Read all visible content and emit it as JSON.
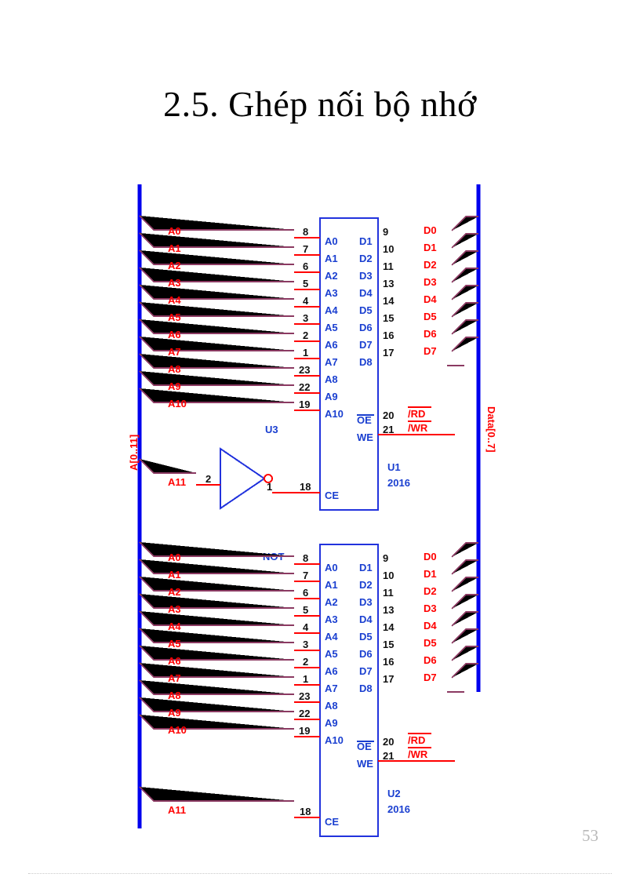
{
  "slide": {
    "title": "2.5. Ghép nối bộ nhớ",
    "page_number": "53"
  },
  "buses": {
    "address_bus_label": "A[0..11]",
    "data_bus_label": "Data[0..7]",
    "bus_color": "#0000ee"
  },
  "colors": {
    "net_red": "#ff0000",
    "pin_blue": "#1a3fd0",
    "wire_purple": "#8b3a62",
    "chip_border": "#2233dd",
    "pin_number_black": "#101010"
  },
  "gate": {
    "designator": "U3",
    "part_name": "NOT",
    "input_pin": "2",
    "output_pin": "1"
  },
  "chips": [
    {
      "designator": "U1",
      "part_number": "2016",
      "address_pins": [
        {
          "number": "8",
          "name": "A0",
          "net": "A0"
        },
        {
          "number": "7",
          "name": "A1",
          "net": "A1"
        },
        {
          "number": "6",
          "name": "A2",
          "net": "A2"
        },
        {
          "number": "5",
          "name": "A3",
          "net": "A3"
        },
        {
          "number": "4",
          "name": "A4",
          "net": "A4"
        },
        {
          "number": "3",
          "name": "A5",
          "net": "A5"
        },
        {
          "number": "2",
          "name": "A6",
          "net": "A6"
        },
        {
          "number": "1",
          "name": "A7",
          "net": "A7"
        },
        {
          "number": "23",
          "name": "A8",
          "net": "A8"
        },
        {
          "number": "22",
          "name": "A9",
          "net": "A9"
        },
        {
          "number": "19",
          "name": "A10",
          "net": "A10"
        }
      ],
      "data_pins": [
        {
          "number": "9",
          "name": "D1",
          "net": "D0"
        },
        {
          "number": "10",
          "name": "D2",
          "net": "D1"
        },
        {
          "number": "11",
          "name": "D3",
          "net": "D2"
        },
        {
          "number": "13",
          "name": "D4",
          "net": "D3"
        },
        {
          "number": "14",
          "name": "D5",
          "net": "D4"
        },
        {
          "number": "15",
          "name": "D6",
          "net": "D5"
        },
        {
          "number": "16",
          "name": "D7",
          "net": "D6"
        },
        {
          "number": "17",
          "name": "D8",
          "net": "D7"
        }
      ],
      "control_pins": [
        {
          "number": "20",
          "name": "OE",
          "net": "/RD"
        },
        {
          "number": "21",
          "name": "WE",
          "net": "/WR"
        }
      ],
      "enable_pin": {
        "number": "18",
        "name": "CE",
        "net": ""
      }
    },
    {
      "designator": "U2",
      "part_number": "2016",
      "address_pins": [
        {
          "number": "8",
          "name": "A0",
          "net": "A0"
        },
        {
          "number": "7",
          "name": "A1",
          "net": "A1"
        },
        {
          "number": "6",
          "name": "A2",
          "net": "A2"
        },
        {
          "number": "5",
          "name": "A3",
          "net": "A3"
        },
        {
          "number": "4",
          "name": "A4",
          "net": "A4"
        },
        {
          "number": "3",
          "name": "A5",
          "net": "A5"
        },
        {
          "number": "2",
          "name": "A6",
          "net": "A6"
        },
        {
          "number": "1",
          "name": "A7",
          "net": "A7"
        },
        {
          "number": "23",
          "name": "A8",
          "net": "A8"
        },
        {
          "number": "22",
          "name": "A9",
          "net": "A9"
        },
        {
          "number": "19",
          "name": "A10",
          "net": "A10"
        }
      ],
      "data_pins": [
        {
          "number": "9",
          "name": "D1",
          "net": "D0"
        },
        {
          "number": "10",
          "name": "D2",
          "net": "D1"
        },
        {
          "number": "11",
          "name": "D3",
          "net": "D2"
        },
        {
          "number": "13",
          "name": "D4",
          "net": "D3"
        },
        {
          "number": "14",
          "name": "D5",
          "net": "D4"
        },
        {
          "number": "15",
          "name": "D6",
          "net": "D5"
        },
        {
          "number": "16",
          "name": "D7",
          "net": "D6"
        },
        {
          "number": "17",
          "name": "D8",
          "net": "D7"
        }
      ],
      "control_pins": [
        {
          "number": "20",
          "name": "OE",
          "net": "/RD"
        },
        {
          "number": "21",
          "name": "WE",
          "net": "/WR"
        }
      ],
      "enable_pin": {
        "number": "18",
        "name": "CE",
        "net": "A11"
      }
    }
  ],
  "extra_nets": {
    "a11_top": "A11",
    "a11_bottom": "A11"
  }
}
